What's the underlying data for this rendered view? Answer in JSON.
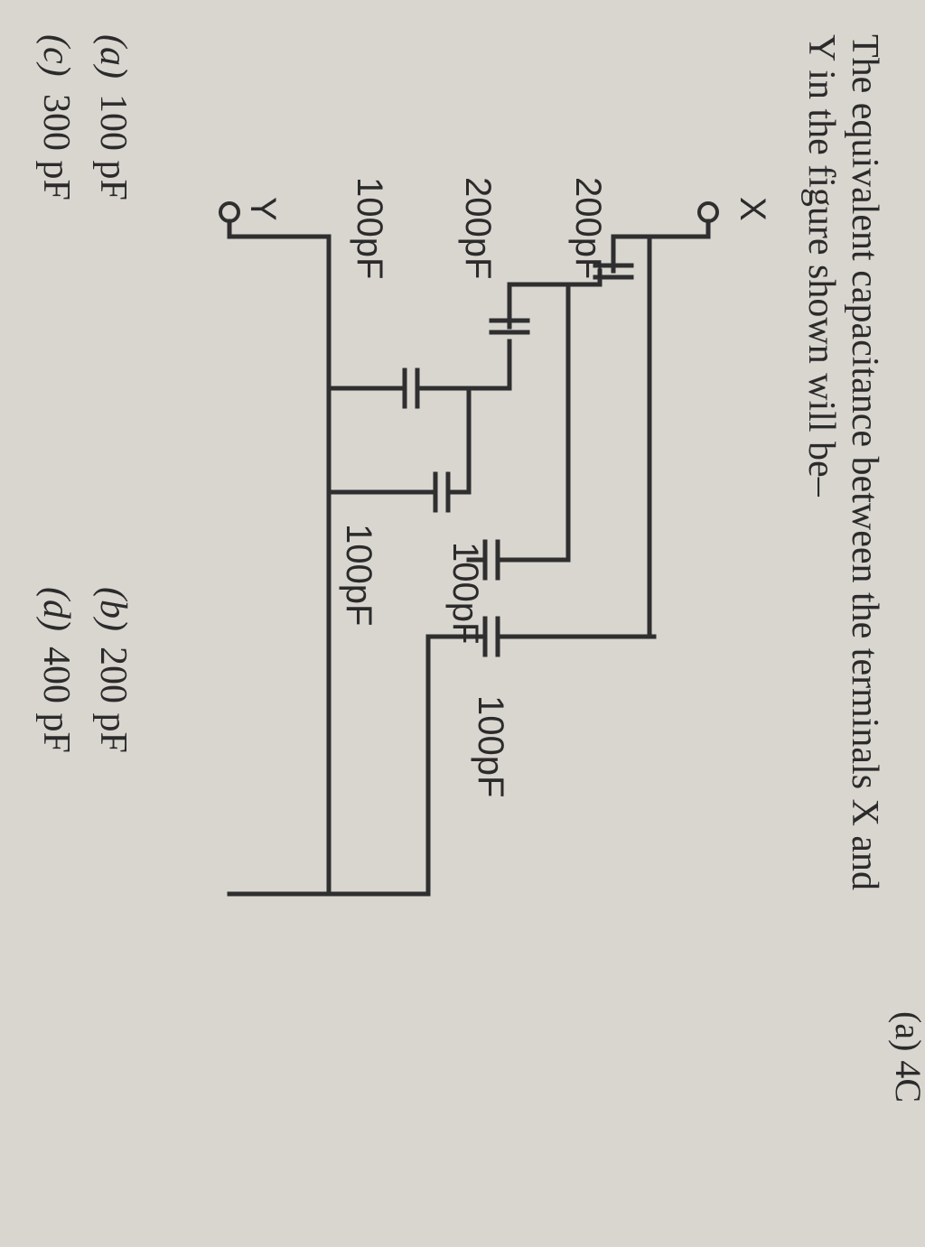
{
  "header_fragment": "(a) 4C",
  "question": {
    "line1": "The equivalent capacitance between the terminals X and",
    "line2": "Y in the figure shown will be–"
  },
  "circuit": {
    "terminal_x": "X",
    "terminal_y": "Y",
    "capacitors": {
      "c1": "200pF",
      "c2": "200pF",
      "c3": "100pF",
      "c4": "100pF",
      "c5": "100pF",
      "c6": "100pF"
    }
  },
  "options": {
    "a": {
      "label": "(a)",
      "value": "100 pF"
    },
    "b": {
      "label": "(b)",
      "value": "200 pF"
    },
    "c": {
      "label": "(c)",
      "value": "300 pF"
    },
    "d": {
      "label": "(d)",
      "value": "400 pF"
    }
  }
}
